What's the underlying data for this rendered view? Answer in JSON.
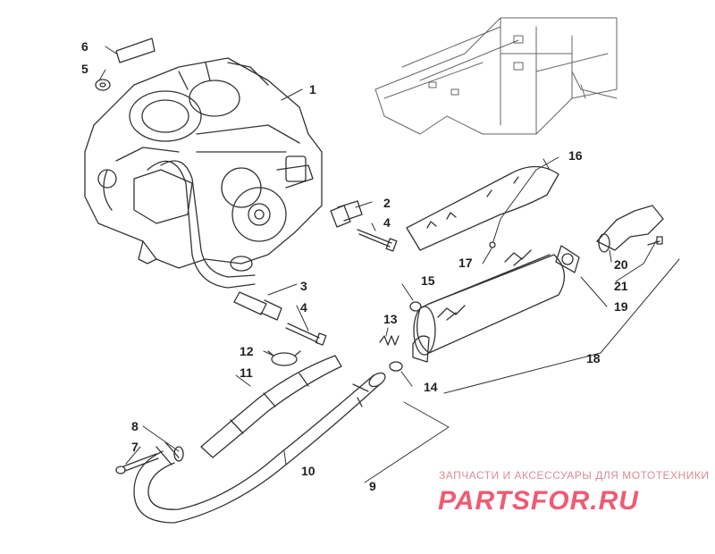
{
  "diagram": {
    "callouts": [
      "1",
      "2",
      "3",
      "4",
      "4",
      "5",
      "6",
      "7",
      "8",
      "9",
      "10",
      "11",
      "12",
      "13",
      "14",
      "15",
      "16",
      "17",
      "18",
      "19",
      "20",
      "21"
    ]
  },
  "watermark": {
    "line1": "ЗАПЧАСТИ И АКСЕССУАРЫ ДЛЯ МОТОТЕХНИКИ",
    "line2": "PARTSFOR.RU",
    "color": "#ee5b72"
  }
}
